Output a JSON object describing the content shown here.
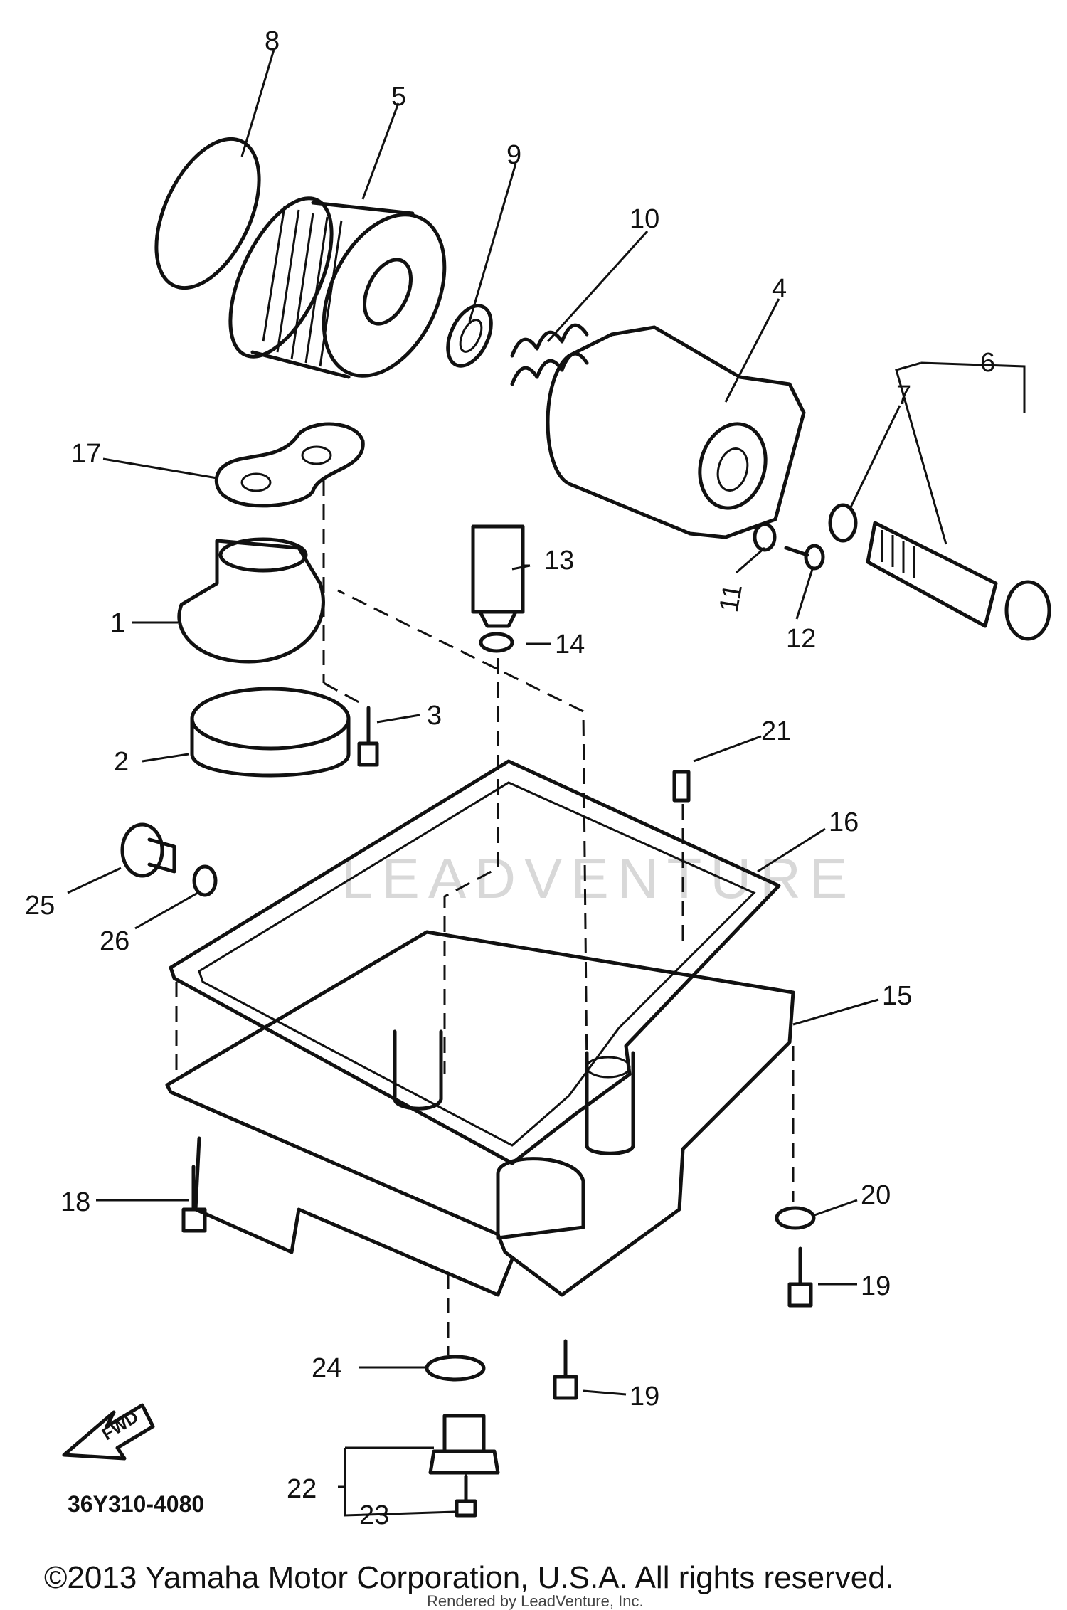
{
  "diagram_code": "36Y310-4080",
  "fwd_label": "FWD",
  "copyright": "©2013 Yamaha Motor Corporation, U.S.A. All rights reserved.",
  "rendered_by": "Rendered by LeadVenture, Inc.",
  "watermark": "LEADVENTURE",
  "callouts": {
    "c1": "1",
    "c2": "2",
    "c3": "3",
    "c4": "4",
    "c5": "5",
    "c6": "6",
    "c7": "7",
    "c8": "8",
    "c9": "9",
    "c10": "10",
    "c11": "11",
    "c12": "12",
    "c13": "13",
    "c14": "14",
    "c15": "15",
    "c16": "16",
    "c17": "17",
    "c18": "18",
    "c19a": "19",
    "c19b": "19",
    "c20": "20",
    "c21": "21",
    "c22": "22",
    "c23": "23",
    "c24": "24",
    "c25": "25",
    "c26": "26"
  }
}
